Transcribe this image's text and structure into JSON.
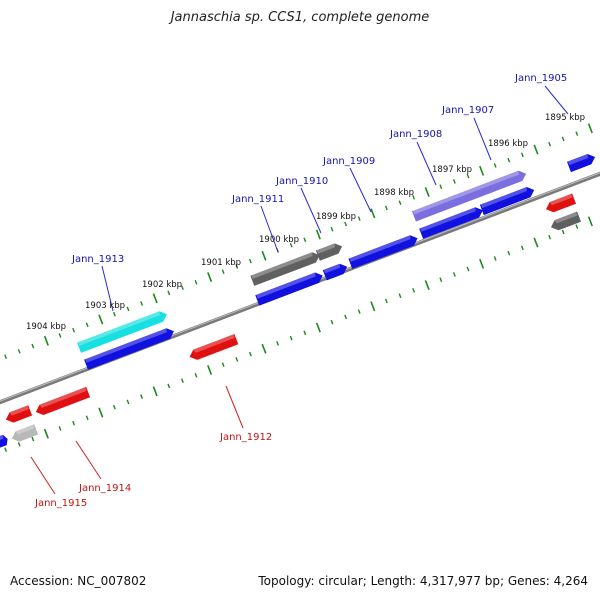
{
  "title": "Jannaschia sp. CCS1, complete genome",
  "footer": {
    "accession": "Accession: NC_007802",
    "summary": "Topology: circular; Length: 4,317,977 bp; Genes: 4,264"
  },
  "colors": {
    "forward_gene": "#1010e0",
    "reverse_gene": "#e01010",
    "highlight_cyan": "#19e0e0",
    "highlight_purple": "#7b6fe0",
    "gray_gene": "#606060",
    "light_gray_gene": "#b8b8b8",
    "backbone": "#808080",
    "tick_marks": "#1a8a1a",
    "forward_label": "#1515aa",
    "reverse_label": "#c01515"
  },
  "kbp_labels": [
    "1895 kbp",
    "1896 kbp",
    "1897 kbp",
    "1898 kbp",
    "1899 kbp",
    "1900 kbp",
    "1901 kbp",
    "1902 kbp",
    "1903 kbp",
    "1904 kbp"
  ],
  "forward_gene_labels": [
    "Jann_1905",
    "Jann_1907",
    "Jann_1908",
    "Jann_1909",
    "Jann_1910",
    "Jann_1911",
    "Jann_1913"
  ],
  "reverse_gene_labels": [
    "Jann_1912",
    "Jann_1914",
    "Jann_1915"
  ]
}
